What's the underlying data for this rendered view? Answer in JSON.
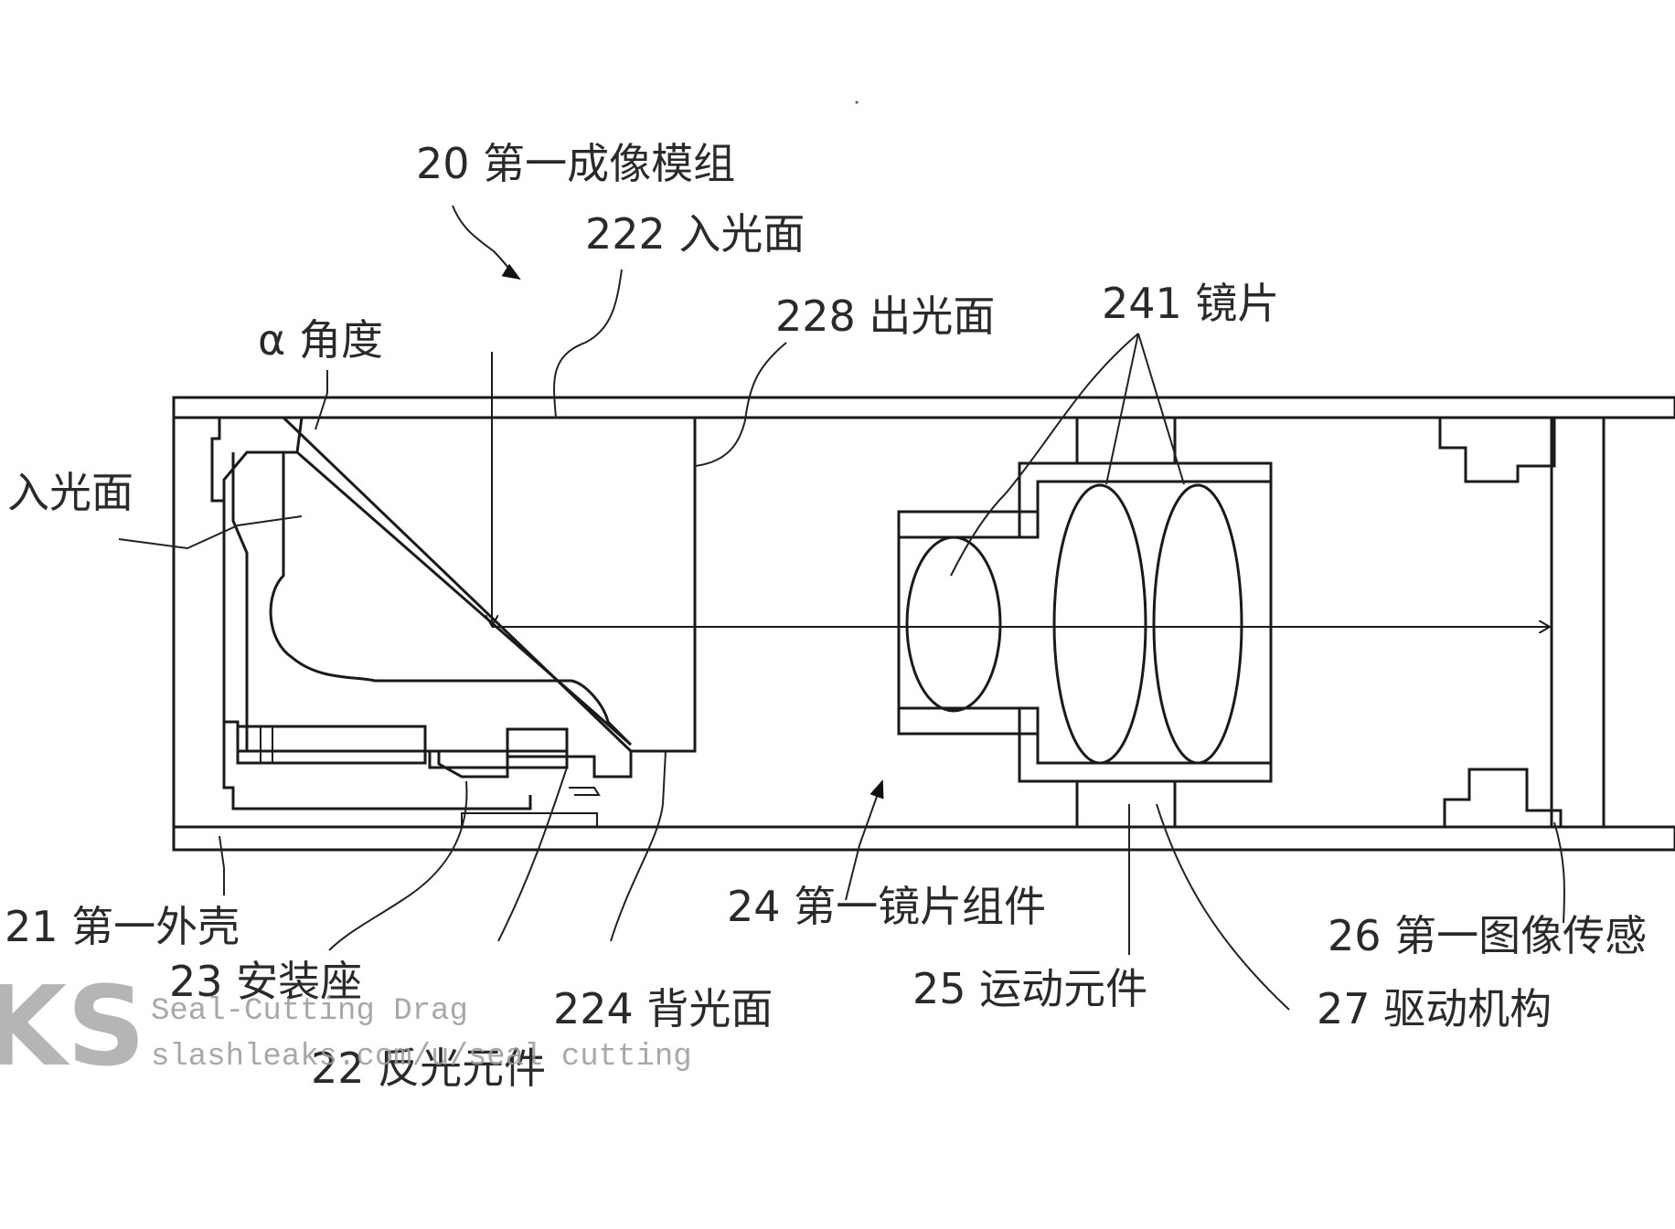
{
  "figure": {
    "description": "Cross-section of periscope camera imaging module",
    "labels": {
      "module": "20 第一成像模组",
      "light_in_surface_222": "222 入光面",
      "light_out_surface_228": "228 出光面",
      "lens_241": "241 镜片",
      "alpha_angle": "α 角度",
      "light_in_surface_left": "入光面",
      "housing_21": "21 第一外壳",
      "mount_23": "23 安装座",
      "back_surface_224": "224 背光面",
      "reflector_22": "22 反光元件",
      "lens_assembly_24": "24 第一镜片组件",
      "moving_element_25": "25 运动元件",
      "image_sensor_26": "26 第一图像传感",
      "drive_mechanism_27": "27 驱动机构"
    },
    "watermark": {
      "logo": "KS",
      "line1": "Seal-Cutting Drag",
      "line2": "slashleaks.com/u/seal cutting"
    }
  },
  "colors": {
    "line": "#1a1a1a",
    "text": "#2a2a2a",
    "watermark": "#9a9a9a",
    "background": "#ffffff"
  }
}
